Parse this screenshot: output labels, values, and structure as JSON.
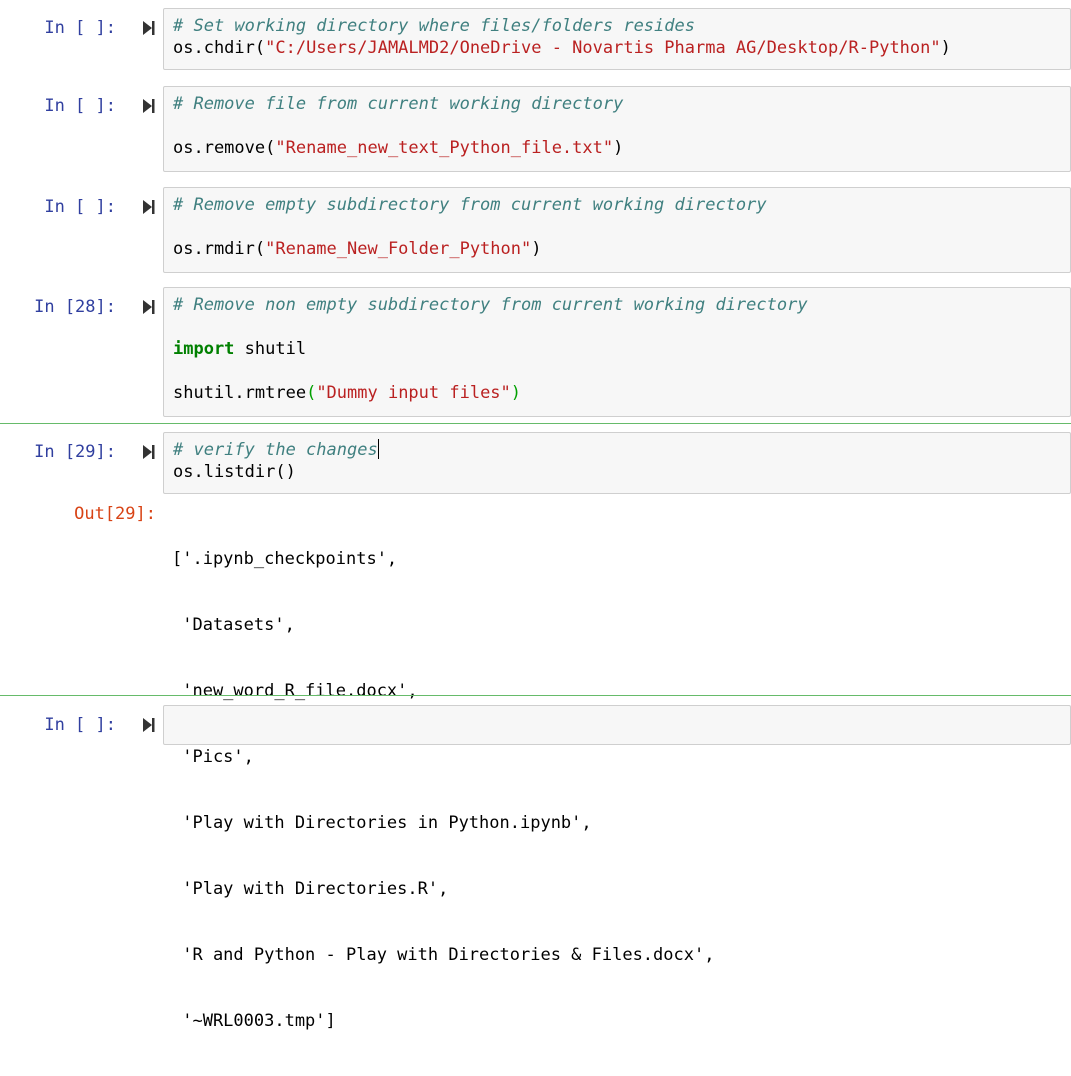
{
  "cells": [
    {
      "prompt": "In [ ]:",
      "line1_comment": "# Set working directory where files/folders resides",
      "line2_code": "os.chdir(",
      "line2_str": "\"C:/Users/JAMALMD2/OneDrive - Novartis Pharma AG/Desktop/R-Python\"",
      "line2_close": ")"
    },
    {
      "prompt": "In [ ]:",
      "line1_comment": "# Remove file from current working directory",
      "line3_code": "os.remove(",
      "line3_str": "\"Rename_new_text_Python_file.txt\"",
      "line3_close": ")"
    },
    {
      "prompt": "In [ ]:",
      "line1_comment": "# Remove empty subdirectory from current working directory",
      "line3_code": "os.rmdir(",
      "line3_str": "\"Rename_New_Folder_Python\"",
      "line3_close": ")"
    },
    {
      "prompt": "In [28]:",
      "line1_comment": "# Remove non empty subdirectory from current working directory",
      "line3_kw": "import",
      "line3_rest": " shutil",
      "line5_code": "shutil.rmtree",
      "line5_open": "(",
      "line5_str": "\"Dummy input files\"",
      "line5_close": ")"
    },
    {
      "prompt": "In [29]:",
      "line1_comment": "# verify the changes",
      "line2_code": "os.listdir()",
      "out_prompt": "Out[29]:",
      "output_lines": [
        "['.ipynb_checkpoints',",
        " 'Datasets',",
        " 'new_word_R_file.docx',",
        " 'Pics',",
        " 'Play with Directories in Python.ipynb',",
        " 'Play with Directories.R',",
        " 'R and Python - Play with Directories & Files.docx',",
        " '~WRL0003.tmp']"
      ]
    },
    {
      "prompt": "In [ ]:"
    }
  ],
  "colors": {
    "prompt_in": "#303f9f",
    "prompt_out": "#d84315",
    "comment": "#408080",
    "string": "#ba2121",
    "keyword": "#008000",
    "selected_border": "#66bb6a"
  },
  "icons": {
    "run": "run-cell-icon"
  }
}
